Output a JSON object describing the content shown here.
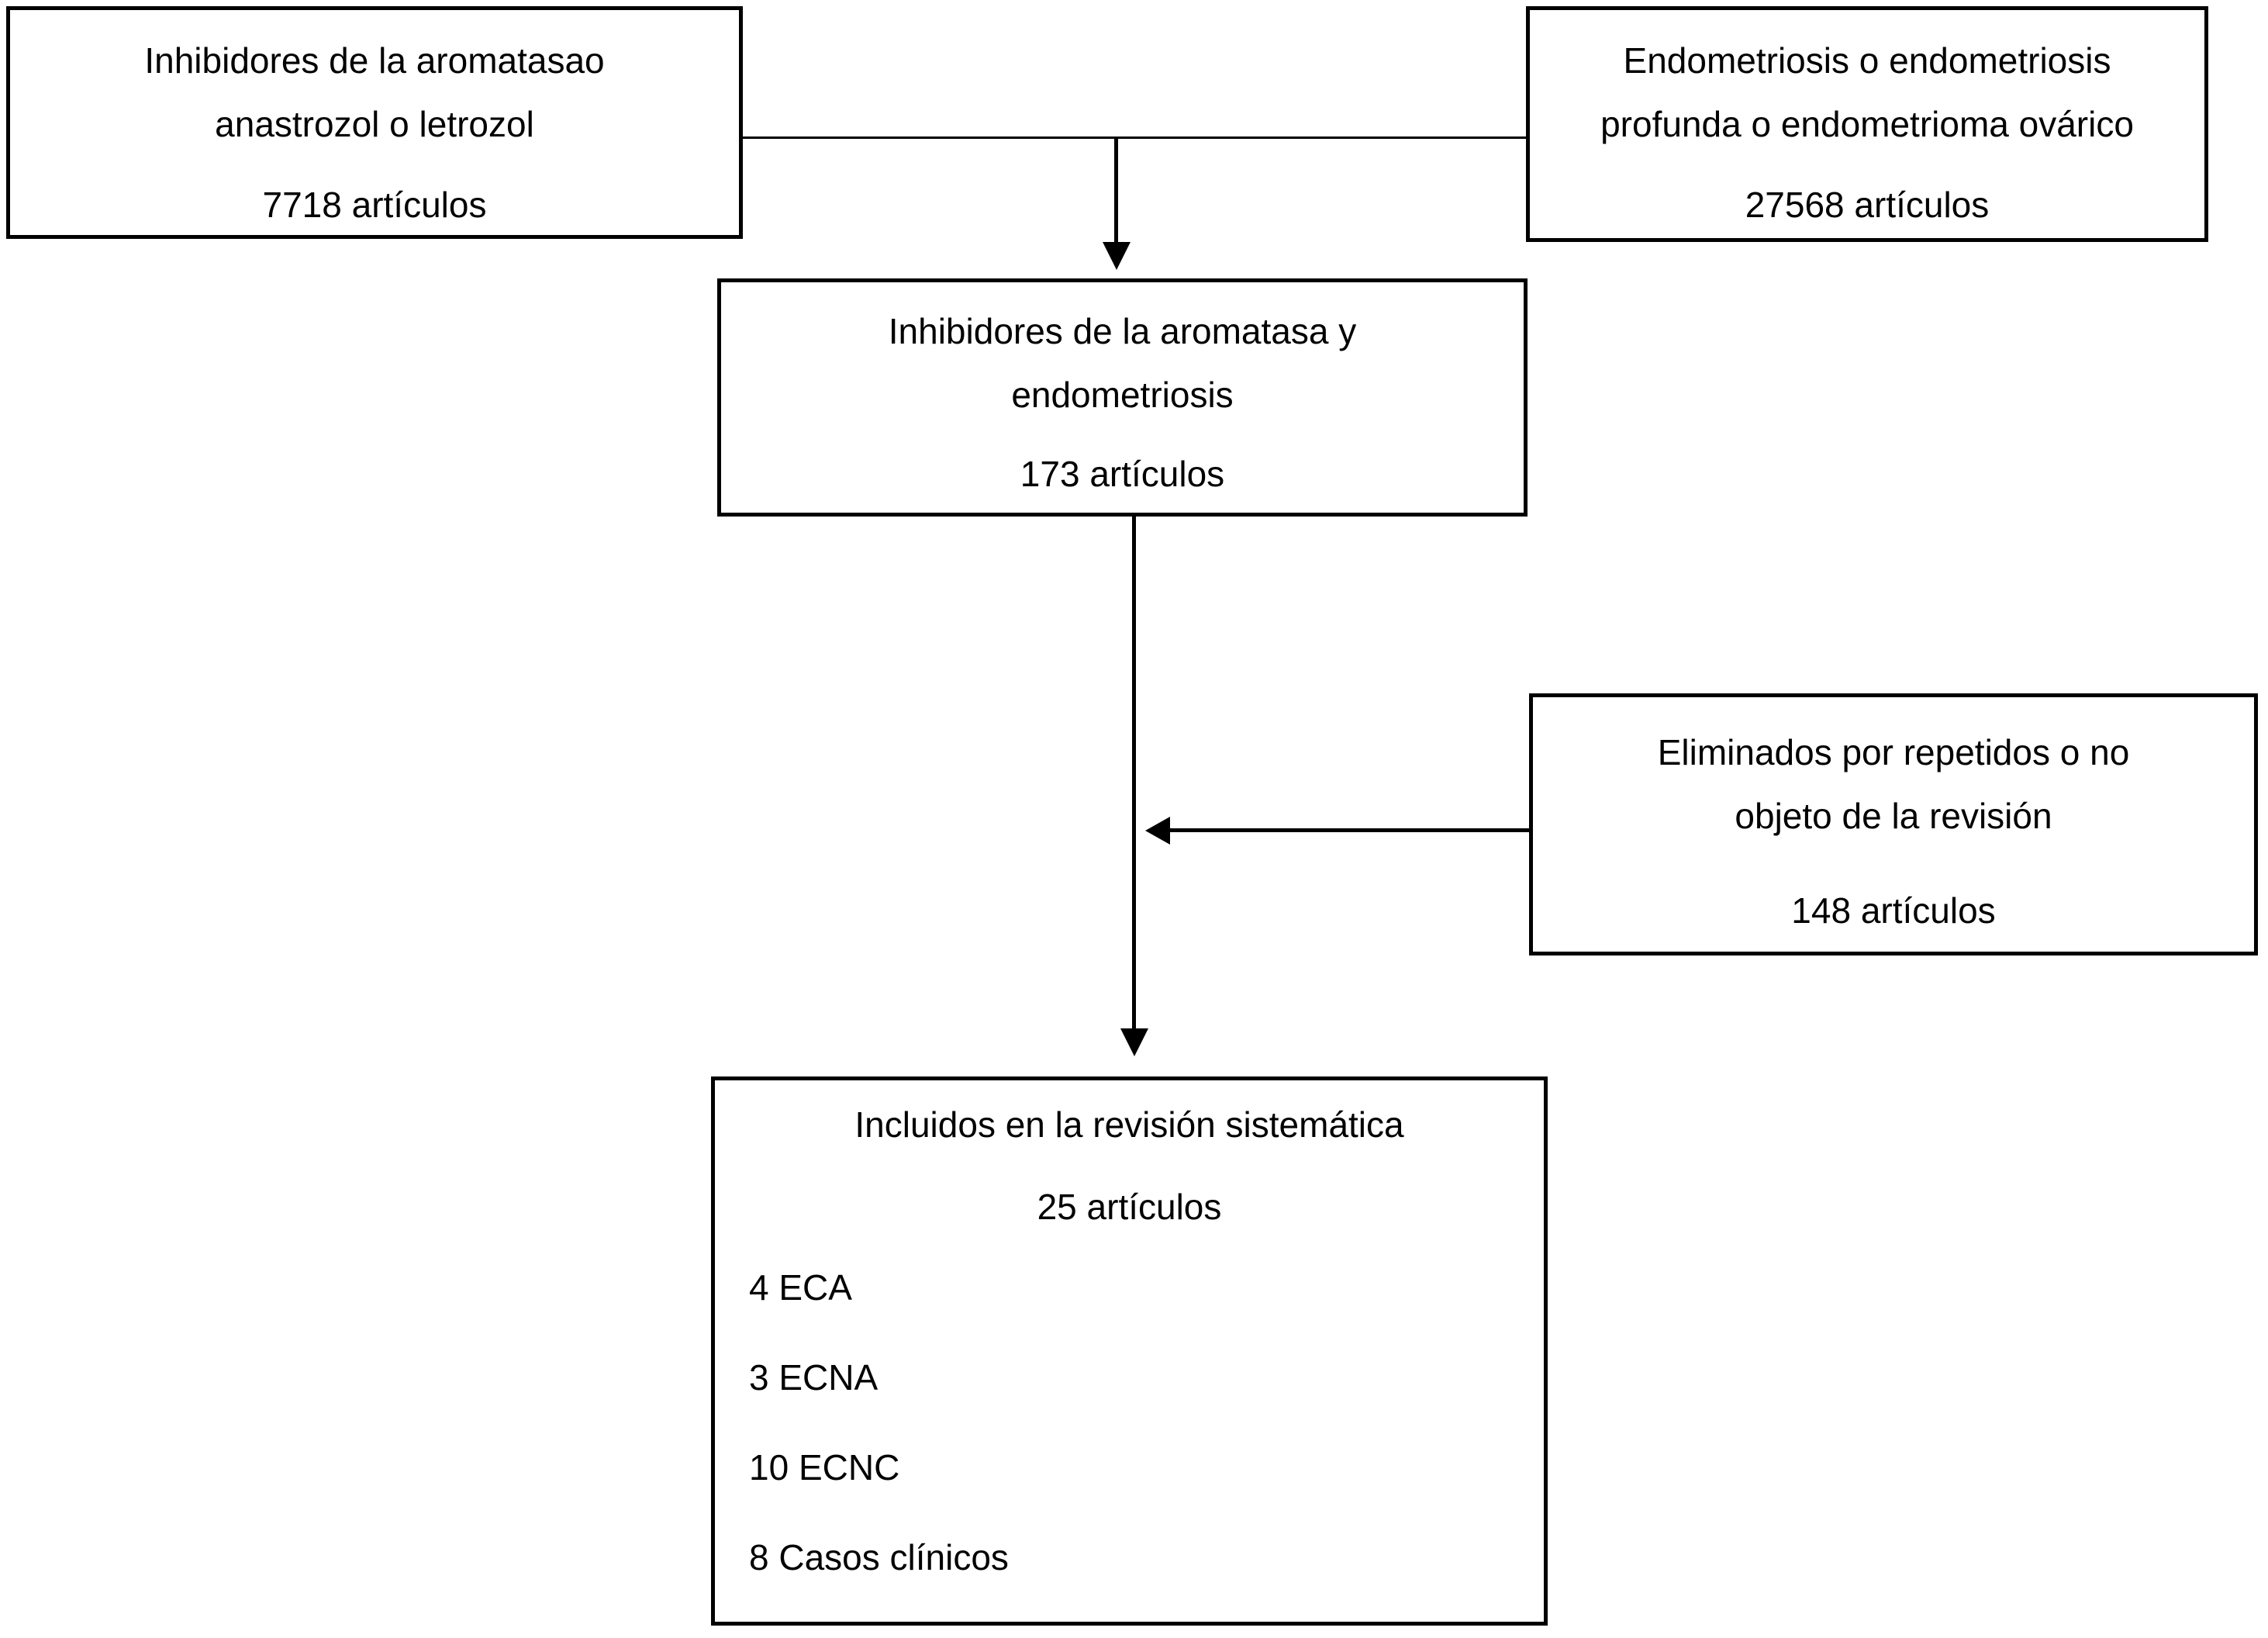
{
  "diagram": {
    "type": "flowchart",
    "language": "es",
    "colors": {
      "line": "#000000",
      "text": "#000000",
      "background": "#ffffff"
    },
    "boxes": {
      "aromatase": {
        "line1": "Inhibidores de la aromatasao",
        "line2": "anastrozol o letrozol",
        "count": "7718 artículos"
      },
      "endometriosis": {
        "line1": "Endometriosis o endometriosis",
        "line2": "profunda o endometrioma ovárico",
        "count": "27568 artículos"
      },
      "combined": {
        "line1": "Inhibidores de la aromatasa y",
        "line2": "endometriosis",
        "count": "173 artículos"
      },
      "excluded": {
        "line1": "Eliminados por repetidos o no",
        "line2": "objeto de la revisión",
        "count": "148 artículos"
      },
      "included": {
        "title": "Incluidos en la revisión sistemática",
        "count": "25 artículos",
        "items": [
          "4 ECA",
          "3 ECNA",
          "10 ECNC",
          "8 Casos clínicos"
        ]
      }
    }
  }
}
